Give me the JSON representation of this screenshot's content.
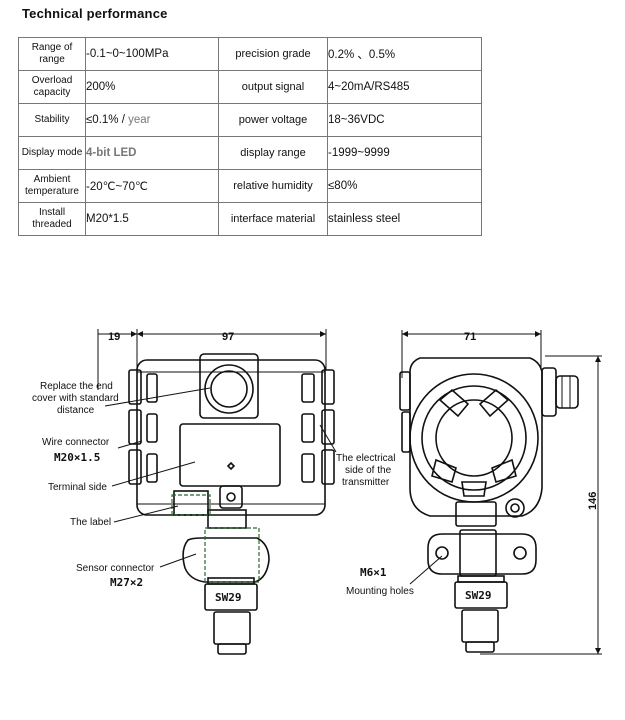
{
  "heading": "Technical performance",
  "spec_rows": [
    {
      "label_a": "Range of range",
      "value_a": "-0.1~0~100MPa",
      "label_b": "precision grade",
      "value_b": "0.2% 、0.5%"
    },
    {
      "label_a": "Overload capacity",
      "value_a": "200%",
      "label_b": "output signal",
      "value_b": "4~20mA/RS485"
    },
    {
      "label_a": "Stability",
      "value_a": "≤0.1% / ",
      "value_a_unit": "year",
      "label_b": "power voltage",
      "value_b": "18~36VDC"
    },
    {
      "label_a": "Display mode",
      "value_a": "4-bit LED",
      "label_b": "display range",
      "value_b": "-1999~9999"
    },
    {
      "label_a": "Ambient temperature",
      "value_a": "-20℃~70℃",
      "label_b": "relative humidity",
      "value_b": "≤80%"
    },
    {
      "label_a": "Install threaded",
      "value_a": "M20*1.5",
      "label_b": "interface material",
      "value_b": "stainless steel"
    }
  ],
  "drawing": {
    "dim_left": "19",
    "dim_width_front": "97",
    "dim_width_side": "71",
    "dim_height": "146",
    "labels": {
      "end_cover_1": "Replace the end",
      "end_cover_2": "cover with standard",
      "end_cover_3": "distance",
      "wire_connector": "Wire connector",
      "wire_thread": "M20×1.5",
      "terminal_side": "Terminal side",
      "the_label": "The label",
      "sensor_connector": "Sensor connector",
      "sensor_thread": "M27×2",
      "electrical_1": "The electrical",
      "electrical_2": "side of the",
      "electrical_3": "transmitter",
      "mount_thread": "M6×1",
      "mounting_holes": "Mounting holes",
      "sw_front": "SW29",
      "sw_side": "SW29"
    }
  }
}
